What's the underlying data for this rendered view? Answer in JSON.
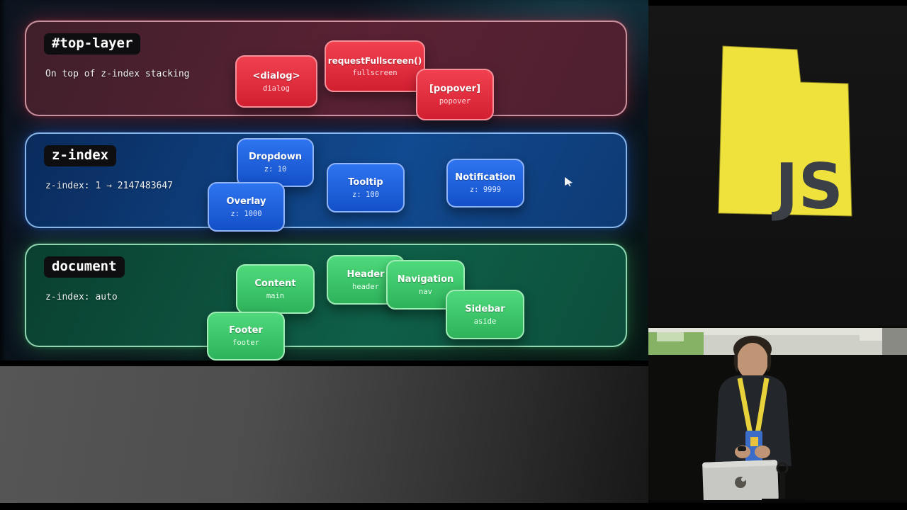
{
  "slide": {
    "sections": [
      {
        "id": "top-layer",
        "title": "#top-layer",
        "subtitle": "On top of z-index stacking",
        "accent_color": "#e8344a",
        "boxes": [
          {
            "id": "dialog",
            "title": "<dialog>",
            "sub": "dialog"
          },
          {
            "id": "fullscreen",
            "title": "requestFullscreen()",
            "sub": "fullscreen"
          },
          {
            "id": "popover",
            "title": "[popover]",
            "sub": "popover"
          }
        ]
      },
      {
        "id": "z-index",
        "title": "z-index",
        "subtitle": "z-index: 1 → 2147483647",
        "accent_color": "#2b6ff0",
        "boxes": [
          {
            "id": "dropdown",
            "title": "Dropdown",
            "sub": "z: 10"
          },
          {
            "id": "overlay",
            "title": "Overlay",
            "sub": "z: 1000"
          },
          {
            "id": "tooltip",
            "title": "Tooltip",
            "sub": "z: 100"
          },
          {
            "id": "notification",
            "title": "Notification",
            "sub": "z: 9999"
          }
        ]
      },
      {
        "id": "document",
        "title": "document",
        "subtitle": "z-index: auto",
        "accent_color": "#3ecb70",
        "boxes": [
          {
            "id": "content",
            "title": "Content",
            "sub": "main"
          },
          {
            "id": "header",
            "title": "Header",
            "sub": "header"
          },
          {
            "id": "navigation",
            "title": "Navigation",
            "sub": "nav"
          },
          {
            "id": "sidebar",
            "title": "Sidebar",
            "sub": "aside"
          },
          {
            "id": "footer",
            "title": "Footer",
            "sub": "footer"
          }
        ]
      }
    ]
  },
  "logo": {
    "text": "JS",
    "shape": "utah-state-outline",
    "fill_color": "#f0e23c",
    "text_color": "#3b4046"
  }
}
